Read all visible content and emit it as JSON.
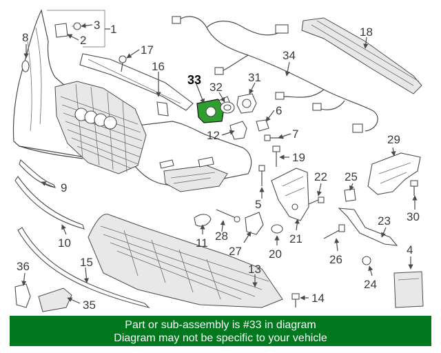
{
  "diagram": {
    "highlight_color": "#2e9f2e",
    "highlighted_part": "33",
    "callouts": [
      "1",
      "2",
      "3",
      "4",
      "5",
      "6",
      "7",
      "8",
      "9",
      "10",
      "11",
      "12",
      "13",
      "14",
      "15",
      "16",
      "17",
      "18",
      "19",
      "20",
      "21",
      "22",
      "23",
      "24",
      "25",
      "26",
      "27",
      "28",
      "29",
      "30",
      "31",
      "32",
      "33",
      "34",
      "35",
      "36"
    ]
  },
  "banner": {
    "background": "#00781e",
    "line1": "Part or sub-assembly is #33 in diagram",
    "line2": "Diagram may not be specific to your vehicle"
  }
}
